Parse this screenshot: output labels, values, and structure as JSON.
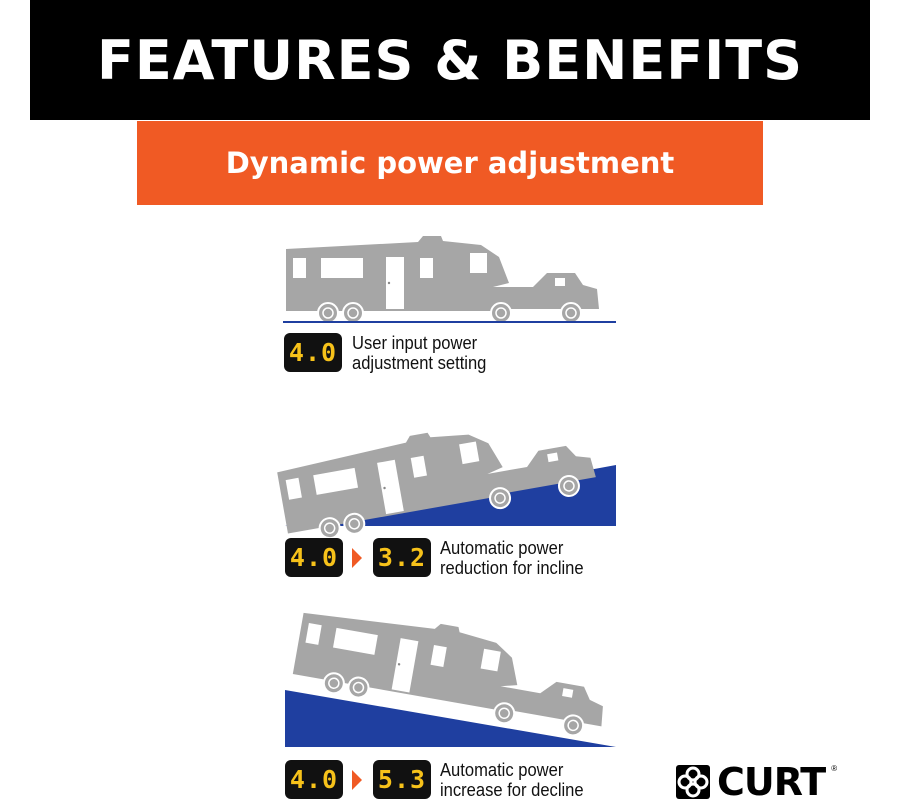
{
  "header": {
    "title": "FEATURES & BENEFITS"
  },
  "subheader": {
    "title": "Dynamic power adjustment"
  },
  "panels": [
    {
      "terrain": "level",
      "from": "4.0",
      "caption_line1": "User input power",
      "caption_line2": "adjustment setting"
    },
    {
      "terrain": "incline",
      "from": "4.0",
      "to": "3.2",
      "caption_line1": "Automatic power",
      "caption_line2": "reduction for incline"
    },
    {
      "terrain": "decline",
      "from": "4.0",
      "to": "5.3",
      "caption_line1": "Automatic power",
      "caption_line2": "increase for decline"
    }
  ],
  "brand": {
    "name": "CURT",
    "mark": "®"
  },
  "colors": {
    "orange": "#f05a24",
    "ground": "#1f3fa0",
    "vehicle": "#a6a6a6",
    "digits": "#f7c21a"
  }
}
